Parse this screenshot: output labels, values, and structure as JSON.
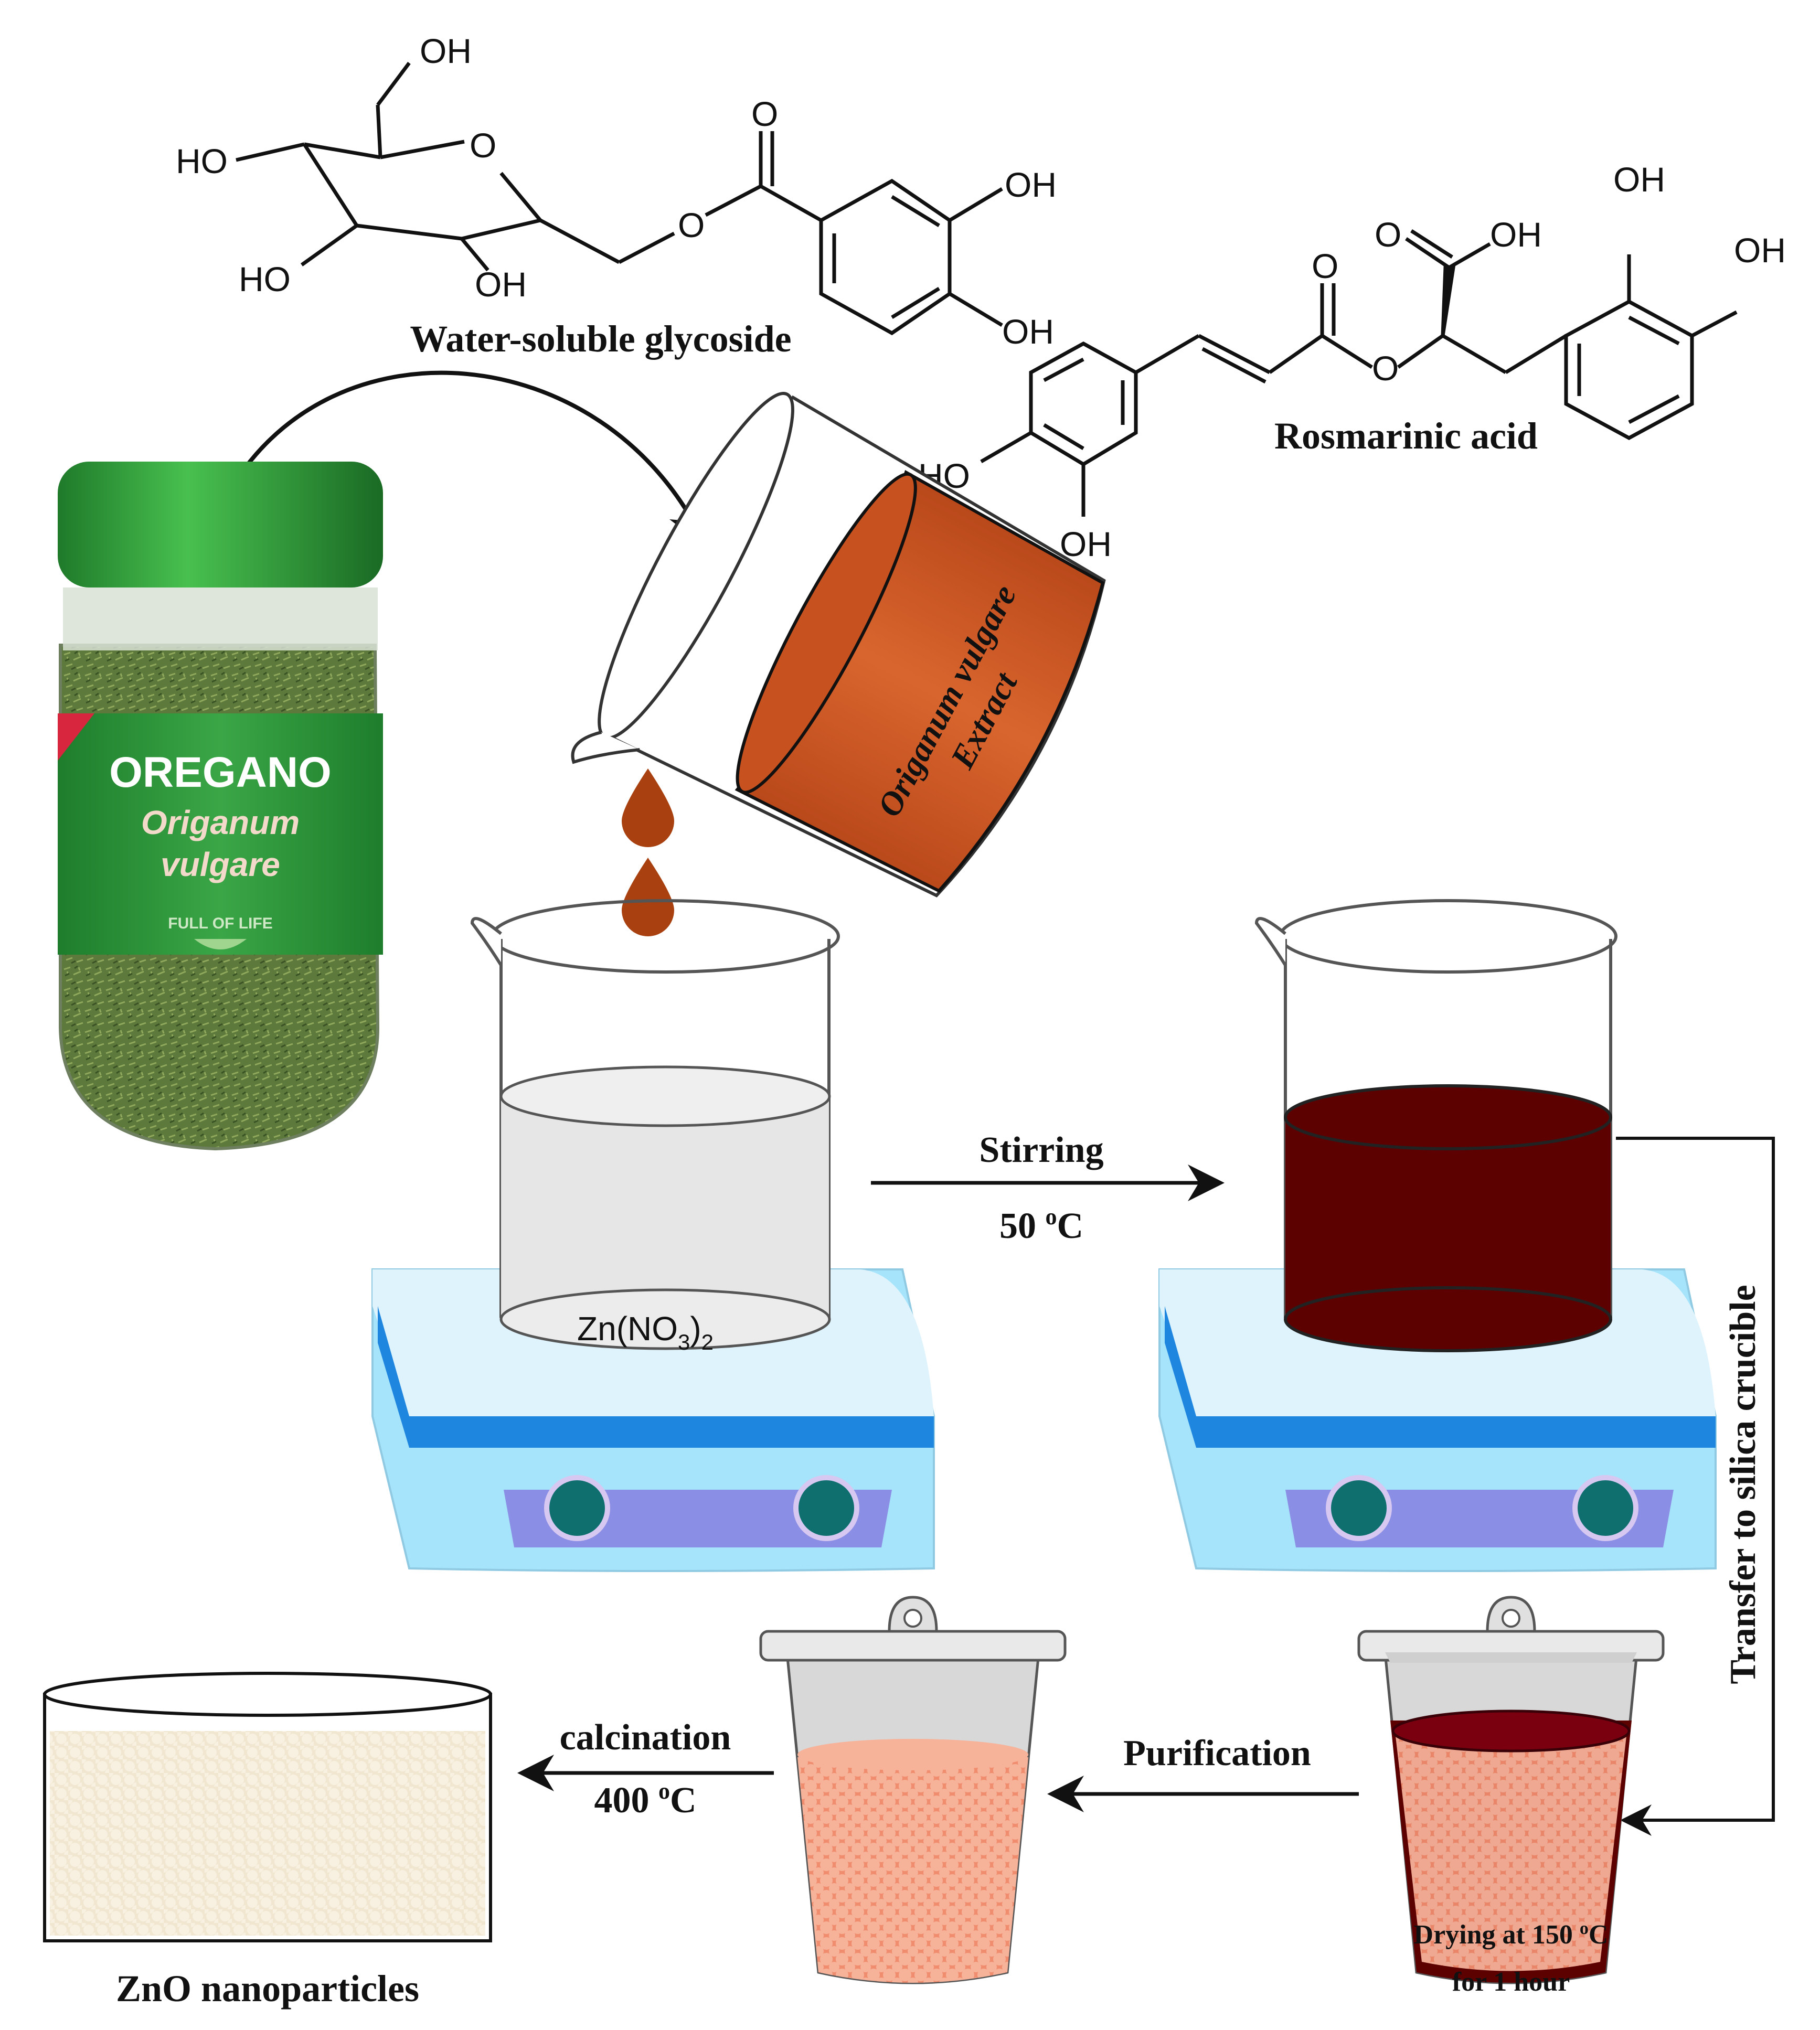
{
  "molecules": {
    "glycoside": {
      "name": "Water-soluble glycoside",
      "groups": {
        "oh_top": "OH",
        "ring_o": "O",
        "ho_left": "HO",
        "ho_bottom_left": "HO",
        "oh_bottom": "OH",
        "ester_o": "O",
        "carbonyl_o": "O",
        "oh_aryl_upper": "OH",
        "oh_aryl_lower": "OH"
      }
    },
    "rosmarinic": {
      "name": "Rosmarinic acid",
      "groups": {
        "acid_o": "O",
        "acid_oh": "OH",
        "oh_top": "OH",
        "oh_right": "OH",
        "ester_o": "O",
        "carbonyl_o": "O",
        "ho_left": "HO",
        "oh_bottom": "OH"
      }
    }
  },
  "jar": {
    "brand": "OREGANO",
    "genus": "Origanum",
    "species": "vulgare",
    "tagline": "FULL OF LIFE"
  },
  "extract_beaker": {
    "line1": "Origanum vulgare",
    "line2": "Extract"
  },
  "zinc_beaker": {
    "formula_main": "Zn(NO",
    "formula_sub": "3",
    "formula_close": ")",
    "formula_sub2": "2"
  },
  "steps": {
    "stirring": {
      "line1": "Stirring",
      "line2_value": "50 ",
      "line2_deg": "o",
      "line2_unit": "C"
    },
    "transfer": "Transfer to silica crucible",
    "drying": {
      "line1_value": "Drying at 150 ",
      "line1_deg": "o",
      "line1_unit": "C",
      "line2": "for 1 hour"
    },
    "purification": "Purification",
    "calcination": {
      "line1": "calcination",
      "line2_value": "400 ",
      "line2_deg": "o",
      "line2_unit": "C"
    }
  },
  "product": "ZnO nanoparticles",
  "colors": {
    "extract": "#c8521f",
    "dark_solution": "#5c0000",
    "hotplate_body": "#a6e4fb",
    "hotplate_band": "#1f86e0",
    "knob": "#0f6f6f",
    "particles": "#f7a98a",
    "zno": "#f5ecd8",
    "jar_green": "#2f9a3a"
  }
}
